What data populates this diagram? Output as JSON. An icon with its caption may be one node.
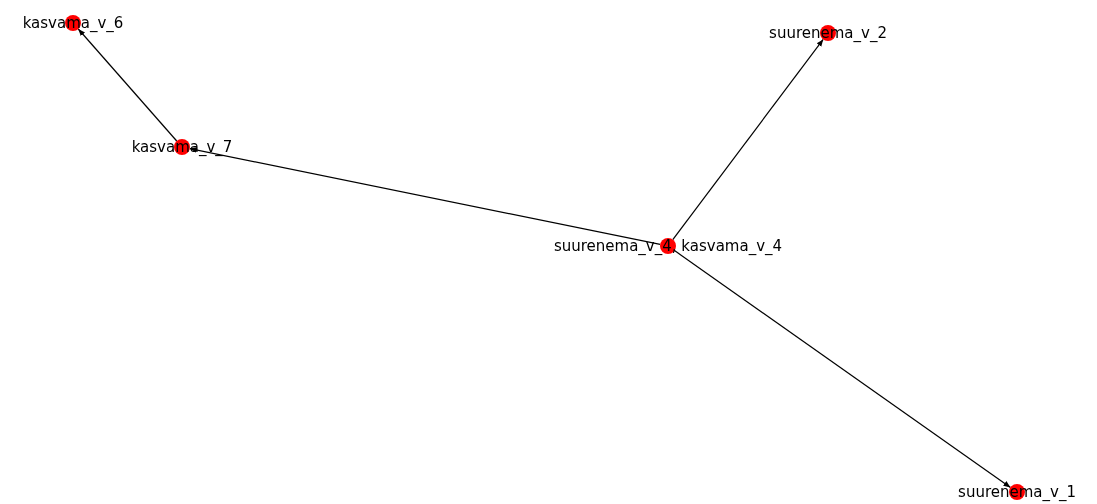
{
  "diagram": {
    "nodes": [
      {
        "text": [
          "kasvama_v_6"
        ]
      },
      {
        "text": [
          "suurenema_v_2"
        ]
      },
      {
        "text": [
          "kasvama_v_7"
        ]
      },
      {
        "text": [
          "suurenema_v_4, kasvama_v_4"
        ]
      },
      {
        "text": [
          "suurenema_v_1"
        ]
      }
    ],
    "edges": [
      {
        "from": 2,
        "to": 0,
        "arrow": "to"
      },
      {
        "from": 3,
        "to": 2,
        "arrow": "to"
      },
      {
        "from": 3,
        "to": 1,
        "arrow": "to"
      },
      {
        "from": 3,
        "to": 4,
        "arrow": "to"
      }
    ]
  }
}
